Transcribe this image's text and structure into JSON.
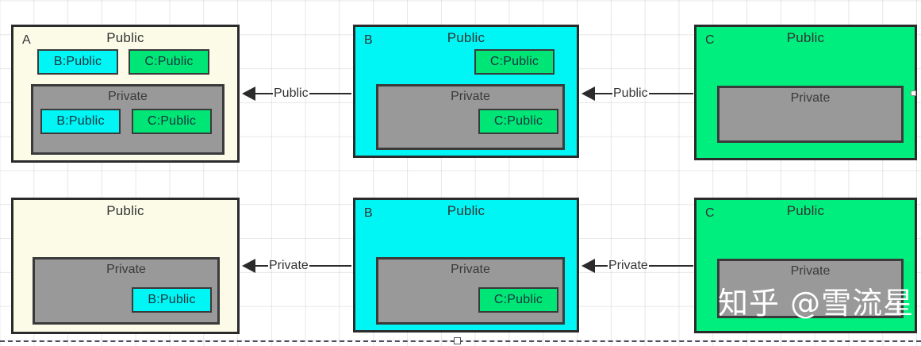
{
  "diagram": {
    "title_text_public": "Public",
    "title_text_private": "Private",
    "rows": [
      {
        "row_name": "public-inheritance-row",
        "boxes": [
          {
            "tag": "A",
            "title": "Public",
            "color": "#fbfbe8",
            "public_members": [
              "B:Public",
              "C:Public"
            ],
            "private_title": "Private",
            "private_members": [
              "B:Public",
              "C:Public"
            ]
          },
          {
            "tag": "B",
            "title": "Public",
            "color": "#00f5f5",
            "public_members": [
              "C:Public"
            ],
            "private_title": "Private",
            "private_members": [
              "C:Public"
            ]
          },
          {
            "tag": "C",
            "title": "Public",
            "color": "#00ee7d",
            "public_members": [],
            "private_title": "Private",
            "private_members": []
          }
        ],
        "connectors": [
          {
            "label": "Public"
          },
          {
            "label": "Public"
          }
        ]
      },
      {
        "row_name": "private-inheritance-row",
        "boxes": [
          {
            "tag": "",
            "title": "Public",
            "color": "#fbfbe8",
            "public_members": [],
            "private_title": "Private",
            "private_members": [
              "B:Public"
            ]
          },
          {
            "tag": "B",
            "title": "Public",
            "color": "#00f5f5",
            "public_members": [],
            "private_title": "Private",
            "private_members": [
              "C:Public"
            ]
          },
          {
            "tag": "C",
            "title": "Public",
            "color": "#00ee7d",
            "public_members": [],
            "private_title": "Private",
            "private_members": []
          }
        ],
        "connectors": [
          {
            "label": "Private"
          },
          {
            "label": "Private"
          }
        ]
      }
    ]
  },
  "watermark": {
    "text": "知乎 @雪流星"
  },
  "colors": {
    "cream": "#fbfbe8",
    "cyan": "#00f5f5",
    "green": "#00ee7d",
    "chip_green": "#00e676",
    "private_gray": "#999999",
    "stroke": "#2b2b2b",
    "grid": "#b4b4be"
  }
}
